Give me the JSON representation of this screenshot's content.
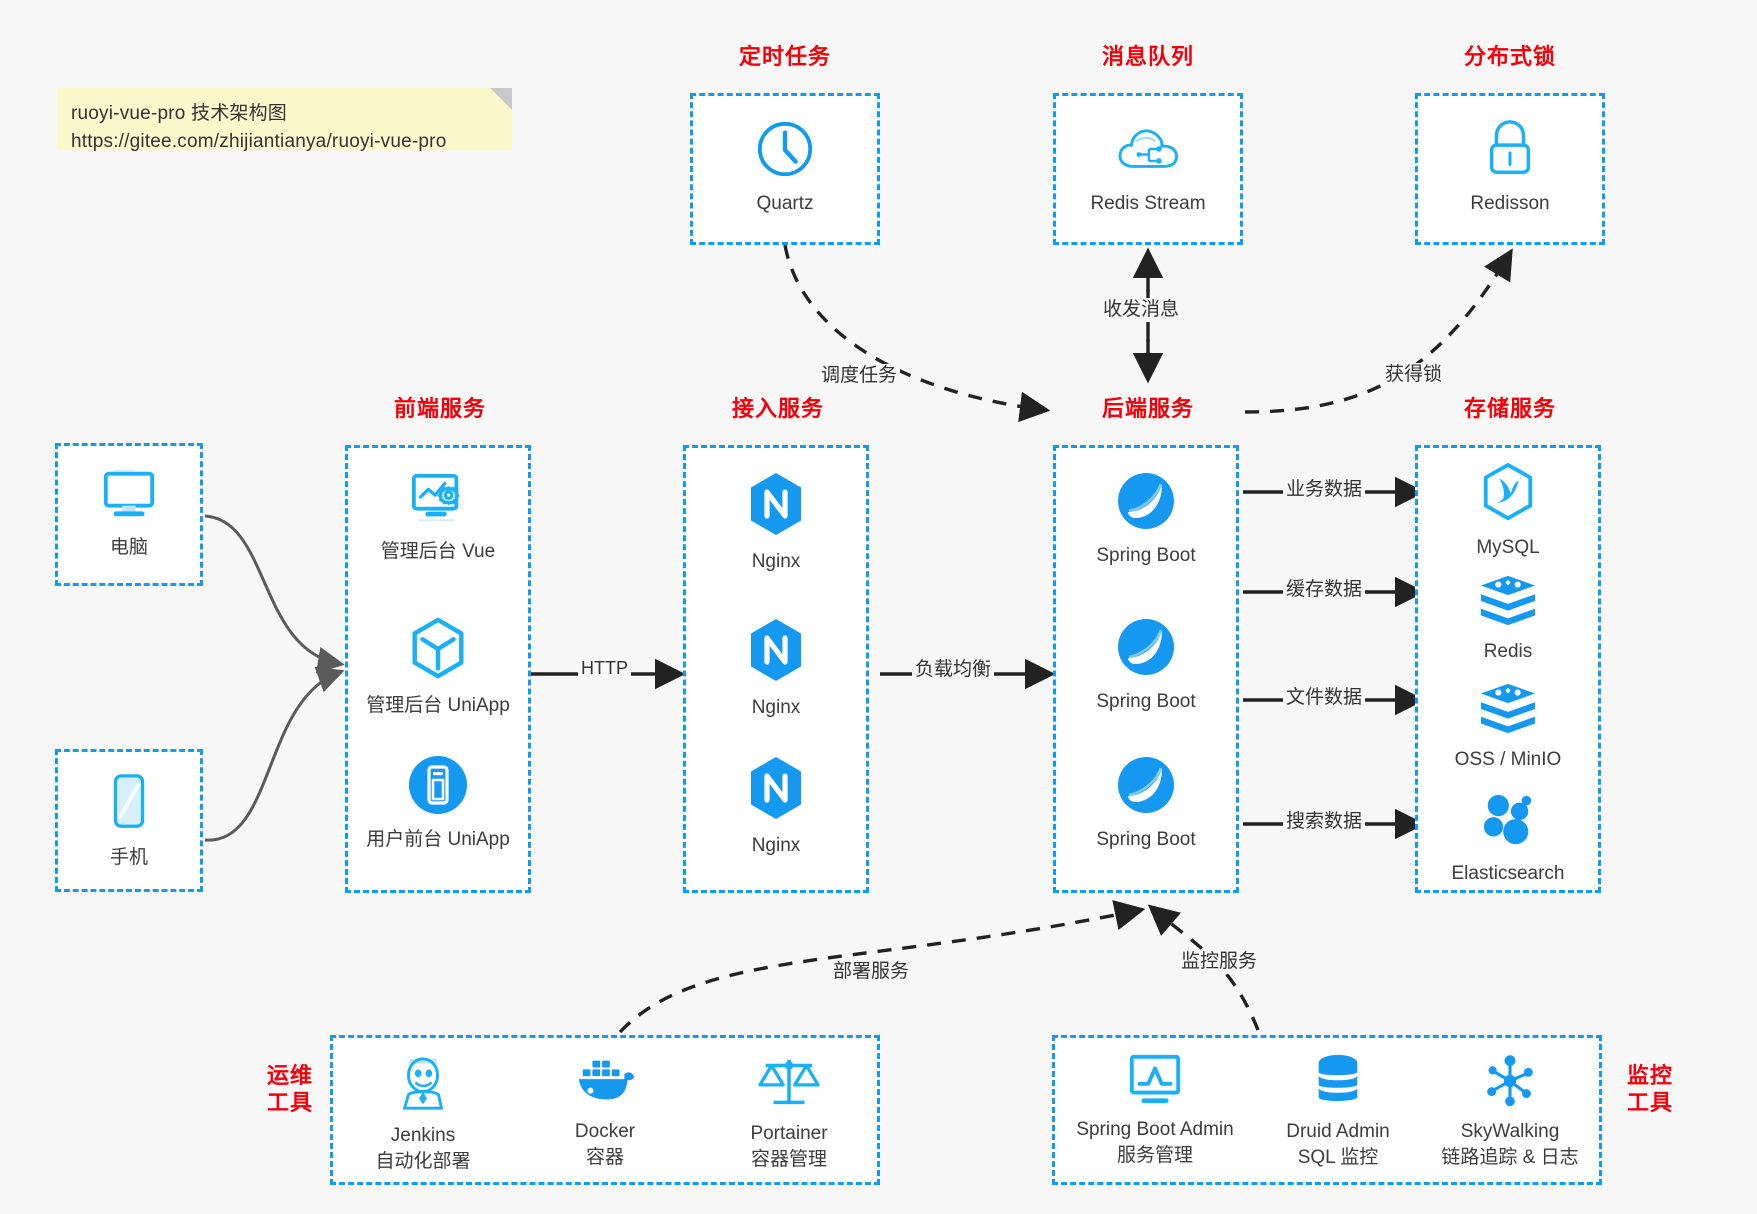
{
  "note": {
    "line1": "ruoyi-vue-pro 技术架构图",
    "line2": "https://gitee.com/zhijiantianya/ruoyi-vue-pro"
  },
  "colors": {
    "accent": "#0e9bf0",
    "group_label": "#f3000a",
    "background": "#f7f7f7",
    "note_bg": "#fbf8cc",
    "text": "#3c3c3c",
    "edge": "#222222",
    "client_edge": "#555555"
  },
  "groups": {
    "scheduled_task": {
      "label": "定时任务",
      "items": [
        {
          "name": "Quartz",
          "icon": "clock-icon"
        }
      ]
    },
    "message_queue": {
      "label": "消息队列",
      "items": [
        {
          "name": "Redis Stream",
          "icon": "cloud-stream-icon"
        }
      ]
    },
    "distributed_lock": {
      "label": "分布式锁",
      "items": [
        {
          "name": "Redisson",
          "icon": "lock-icon"
        }
      ]
    },
    "client_pc": {
      "label": "",
      "items": [
        {
          "name": "电脑",
          "icon": "desktop-icon"
        }
      ]
    },
    "client_mobile": {
      "label": "",
      "items": [
        {
          "name": "手机",
          "icon": "phone-icon"
        }
      ]
    },
    "frontend": {
      "label": "前端服务",
      "items": [
        {
          "name": "管理后台 Vue",
          "icon": "dashboard-gear-icon"
        },
        {
          "name": "管理后台 UniApp",
          "icon": "cube-icon"
        },
        {
          "name": "用户前台 UniApp",
          "icon": "mobile-app-icon"
        }
      ]
    },
    "gateway": {
      "label": "接入服务",
      "items": [
        {
          "name": "Nginx",
          "icon": "nginx-icon"
        },
        {
          "name": "Nginx",
          "icon": "nginx-icon"
        },
        {
          "name": "Nginx",
          "icon": "nginx-icon"
        }
      ]
    },
    "backend": {
      "label": "后端服务",
      "items": [
        {
          "name": "Spring Boot",
          "icon": "spring-boot-icon"
        },
        {
          "name": "Spring Boot",
          "icon": "spring-boot-icon"
        },
        {
          "name": "Spring Boot",
          "icon": "spring-boot-icon"
        }
      ]
    },
    "storage": {
      "label": "存储服务",
      "items": [
        {
          "name": "MySQL",
          "icon": "mysql-icon"
        },
        {
          "name": "Redis",
          "icon": "redis-icon"
        },
        {
          "name": "OSS / MinIO",
          "icon": "oss-minio-icon"
        },
        {
          "name": "Elasticsearch",
          "icon": "elasticsearch-icon"
        }
      ]
    },
    "devops": {
      "label_line1": "运维",
      "label_line2": "工具",
      "items": [
        {
          "name": "Jenkins",
          "sub": "自动化部署",
          "icon": "jenkins-icon"
        },
        {
          "name": "Docker",
          "sub": "容器",
          "icon": "docker-icon"
        },
        {
          "name": "Portainer",
          "sub": "容器管理",
          "icon": "scales-icon"
        }
      ]
    },
    "monitoring": {
      "label_line1": "监控",
      "label_line2": "工具",
      "items": [
        {
          "name": "Spring Boot Admin",
          "sub": "服务管理",
          "icon": "monitor-chart-icon"
        },
        {
          "name": "Druid Admin",
          "sub": "SQL 监控",
          "icon": "database-icon"
        },
        {
          "name": "SkyWalking",
          "sub": "链路追踪 & 日志",
          "icon": "skywalking-icon"
        }
      ]
    }
  },
  "edges": [
    {
      "id": "schedule-task",
      "label": "调度任务",
      "from": "Quartz",
      "to": "后端服务",
      "style": "dashed"
    },
    {
      "id": "send-recv-message",
      "label": "收发消息",
      "from": "Redis Stream",
      "to": "后端服务",
      "style": "dashed-bidirectional"
    },
    {
      "id": "acquire-lock",
      "label": "获得锁",
      "from": "后端服务",
      "to": "Redisson",
      "style": "dashed"
    },
    {
      "id": "http",
      "label": "HTTP",
      "from": "前端服务",
      "to": "接入服务",
      "style": "solid"
    },
    {
      "id": "load-balance",
      "label": "负载均衡",
      "from": "接入服务",
      "to": "后端服务",
      "style": "solid"
    },
    {
      "id": "business-data",
      "label": "业务数据",
      "from": "后端服务",
      "to": "MySQL",
      "style": "solid"
    },
    {
      "id": "cache-data",
      "label": "缓存数据",
      "from": "后端服务",
      "to": "Redis",
      "style": "solid"
    },
    {
      "id": "file-data",
      "label": "文件数据",
      "from": "后端服务",
      "to": "OSS / MinIO",
      "style": "solid"
    },
    {
      "id": "search-data",
      "label": "搜索数据",
      "from": "后端服务",
      "to": "Elasticsearch",
      "style": "solid"
    },
    {
      "id": "deploy-service",
      "label": "部署服务",
      "from": "运维工具",
      "to": "后端服务",
      "style": "dashed"
    },
    {
      "id": "monitor-service",
      "label": "监控服务",
      "from": "监控工具",
      "to": "后端服务",
      "style": "dashed"
    }
  ]
}
